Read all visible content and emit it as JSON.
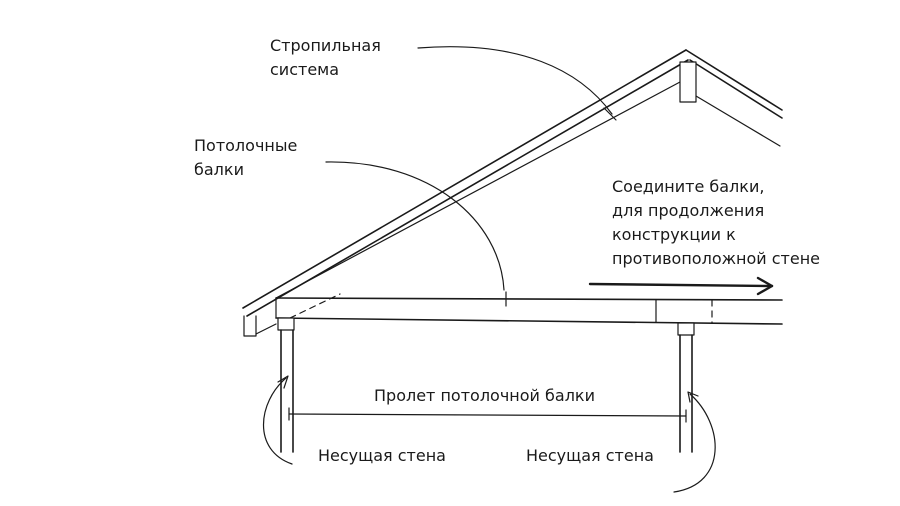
{
  "labels": {
    "rafter_system": [
      "Стропильная",
      "система"
    ],
    "ceiling_joists": [
      "Потолочные",
      "балки"
    ],
    "connect_joists": [
      "Соедините балки,",
      "для продолжения",
      "конструкции к",
      "противоположной стене"
    ],
    "joist_span": "Пролет потолочной балки",
    "bearing_wall_left": "Несущая стена",
    "bearing_wall_right": "Несущая стена"
  }
}
